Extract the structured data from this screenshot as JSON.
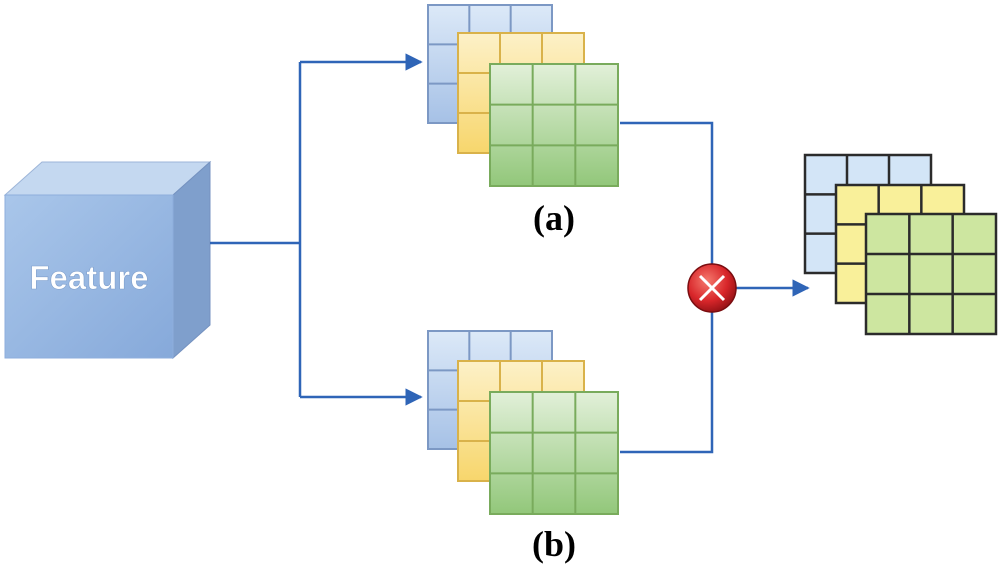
{
  "diagram": {
    "input_label": "Feature",
    "branch_a_label": "(a)",
    "branch_b_label": "(b)",
    "operator": "multiply-circle-icon"
  },
  "colors": {
    "connector": "#2f65b7",
    "cube_front": "#9dbde4",
    "cube_top": "#bcd3ee",
    "cube_side": "#7f9fcc",
    "grid_blue": "#d7e6f7",
    "grid_blue_stroke": "#7c98c4",
    "grid_yellow": "#fbe7a8",
    "grid_yellow_stroke": "#d9b24a",
    "grid_green": "#cfe5c2",
    "grid_green_stroke": "#79ab5c",
    "out_blue": "#d3e5f7",
    "out_yellow": "#f9f09a",
    "out_green": "#cde6a0",
    "out_stroke": "#2b2b2b",
    "operator_fill": "#d8262a"
  }
}
